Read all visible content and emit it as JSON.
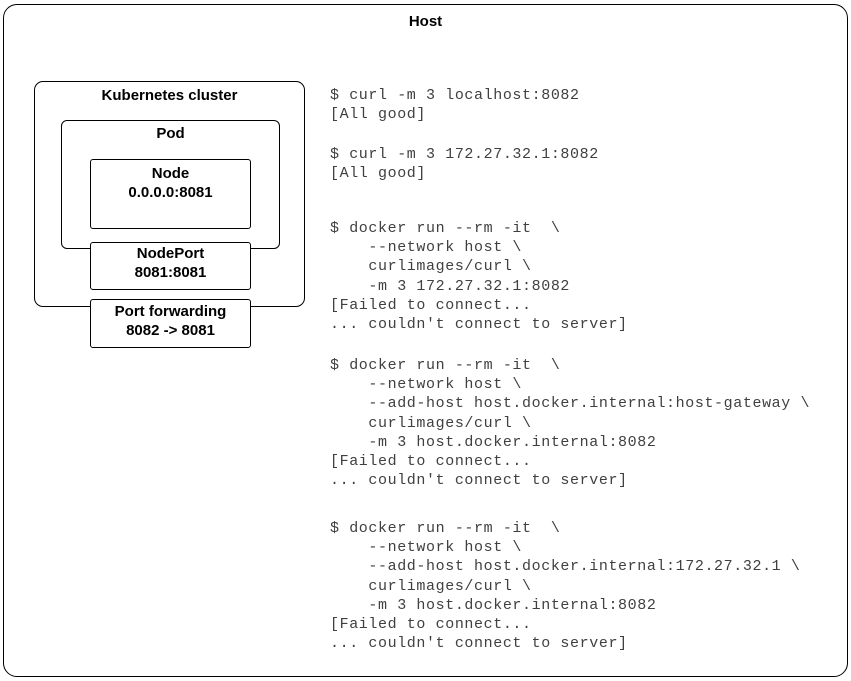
{
  "diagram": {
    "host_label": "Host",
    "cluster_label": "Kubernetes cluster",
    "pod_label": "Pod",
    "node_title": "Node",
    "node_subtitle": "0.0.0.0:8081",
    "nodeport_title": "NodePort",
    "nodeport_subtitle": "8081:8081",
    "portforward_title": "Port forwarding",
    "portforward_subtitle": "8082 -> 8081"
  },
  "terminal": {
    "blocks": [
      {
        "text": "$ curl -m 3 localhost:8082\n[All good]"
      },
      {
        "text": "$ curl -m 3 172.27.32.1:8082\n[All good]"
      },
      {
        "text": "$ docker run --rm -it  \\\n    --network host \\\n    curlimages/curl \\\n    -m 3 172.27.32.1:8082\n[Failed to connect...\n... couldn't connect to server]"
      },
      {
        "text": "$ docker run --rm -it  \\\n    --network host \\\n    --add-host host.docker.internal:host-gateway \\\n    curlimages/curl \\\n    -m 3 host.docker.internal:8082\n[Failed to connect...\n... couldn't connect to server]"
      },
      {
        "text": "$ docker run --rm -it  \\\n    --network host \\\n    --add-host host.docker.internal:172.27.32.1 \\\n    curlimages/curl \\\n    -m 3 host.docker.internal:8082\n[Failed to connect...\n... couldn't connect to server]"
      }
    ]
  },
  "colors": {
    "background": "#ffffff",
    "border": "#000000",
    "label_text": "#000000",
    "terminal_text": "#404040"
  }
}
